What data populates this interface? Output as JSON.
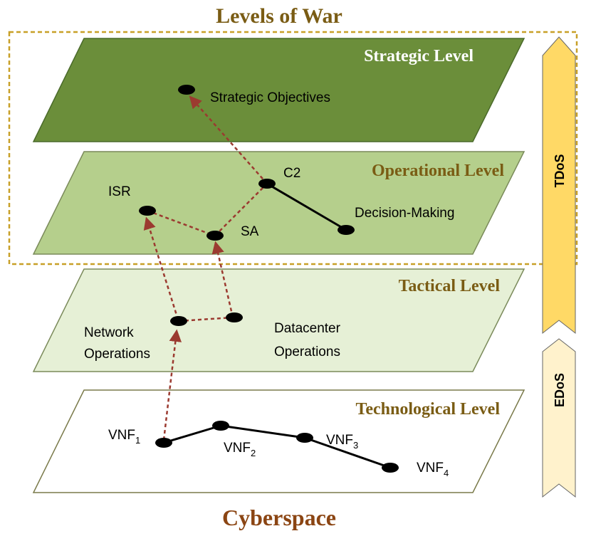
{
  "title": "Levels of War",
  "footer": "Cyberspace",
  "colors": {
    "title": "#7a5c14",
    "footer": "#8b4513",
    "strategic_fill": "#6b8e3a",
    "operational_fill": "#b5cf8c",
    "tactical_fill": "#e6f0d6",
    "technological_fill": "#ffffff",
    "level_label_dark": "#7a5c14",
    "dashed_box": "#c8a028",
    "arrow_red": "#9b3a30",
    "tdos_fill": "#ffd966",
    "edos_fill": "#fff2cc"
  },
  "levels": {
    "strategic": "Strategic Level",
    "operational": "Operational Level",
    "tactical": "Tactical Level",
    "technological": "Technological Level"
  },
  "nodes": {
    "strategic_objectives": "Strategic Objectives",
    "c2": "C2",
    "isr": "ISR",
    "sa": "SA",
    "decision_making": "Decision-Making",
    "network_ops_1": "Network",
    "network_ops_2": "Operations",
    "datacenter_ops_1": "Datacenter",
    "datacenter_ops_2": "Operations",
    "vnf_base": "VNF",
    "vnf1_sub": "1",
    "vnf2_sub": "2",
    "vnf3_sub": "3",
    "vnf4_sub": "4"
  },
  "side_arrows": {
    "tdos": "TDoS",
    "edos": "EDoS"
  }
}
